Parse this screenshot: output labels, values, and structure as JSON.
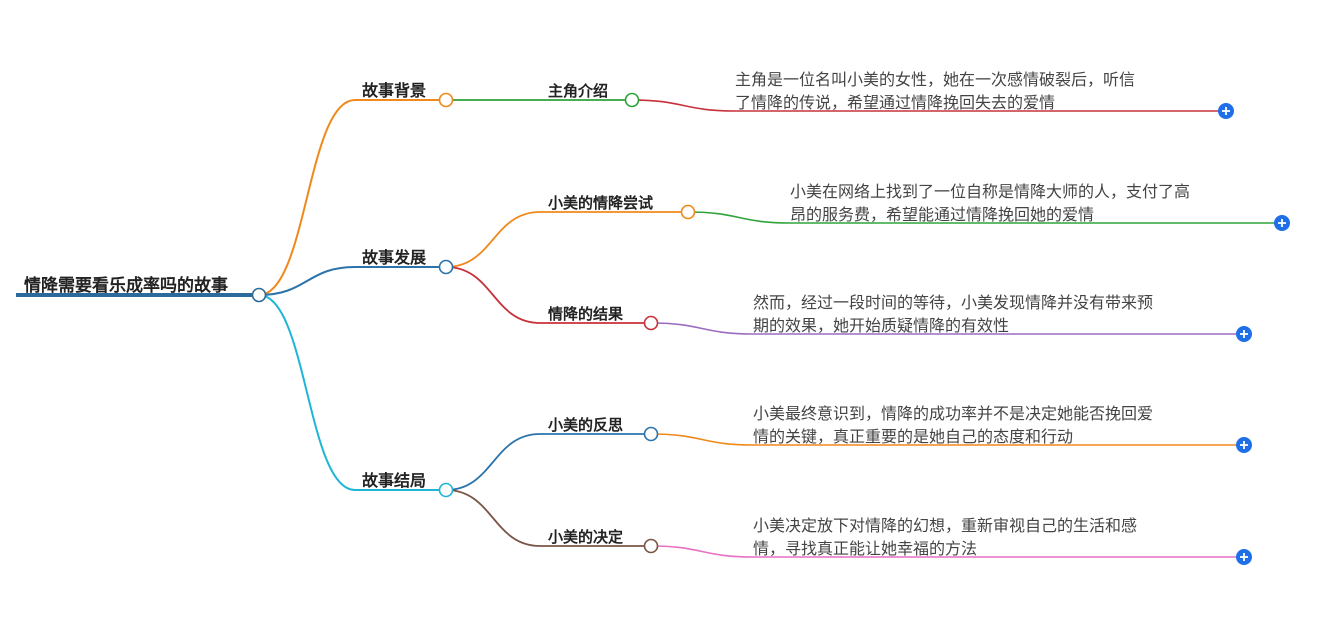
{
  "root": {
    "label": "情降需要看乐成率吗的故事",
    "color": "#2b6a9a"
  },
  "branches": [
    {
      "label": "故事背景",
      "color": "#f0891b",
      "children": [
        {
          "label": "主角介绍",
          "color": "#2fa33a",
          "detail_lines": [
            "主角是一位名叫小美的女性，她在一次感情破裂后，听信",
            "了情降的传说，希望通过情降挽回失去的爱情"
          ],
          "detail_color": "#c8303a"
        }
      ]
    },
    {
      "label": "故事发展",
      "color": "#2a74ab",
      "children": [
        {
          "label": "小美的情降尝试",
          "color": "#f0891b",
          "detail_lines": [
            "小美在网络上找到了一位自称是情降大师的人，支付了高",
            "昂的服务费，希望能通过情降挽回她的爱情"
          ],
          "detail_color": "#2fa33a"
        },
        {
          "label": "情降的结果",
          "color": "#c8303a",
          "detail_lines": [
            "然而，经过一段时间的等待，小美发现情降并没有带来预",
            "期的效果，她开始质疑情降的有效性"
          ],
          "detail_color": "#9b6bc0"
        }
      ]
    },
    {
      "label": "故事结局",
      "color": "#1fb6d6",
      "children": [
        {
          "label": "小美的反思",
          "color": "#2a74ab",
          "detail_lines": [
            "小美最终意识到，情降的成功率并不是决定她能否挽回爱",
            "情的关键，真正重要的是她自己的态度和行动"
          ],
          "detail_color": "#f0891b"
        },
        {
          "label": "小美的决定",
          "color": "#7a5545",
          "detail_lines": [
            "小美决定放下对情降的幻想，重新审视自己的生活和感",
            "情，寻找真正能让她幸福的方法"
          ],
          "detail_color": "#e86fc2"
        }
      ]
    }
  ],
  "expand_button_color": "#1f6fe8",
  "icons": {
    "expand": "plus-circle-icon",
    "node": "collapse-circle-icon"
  }
}
